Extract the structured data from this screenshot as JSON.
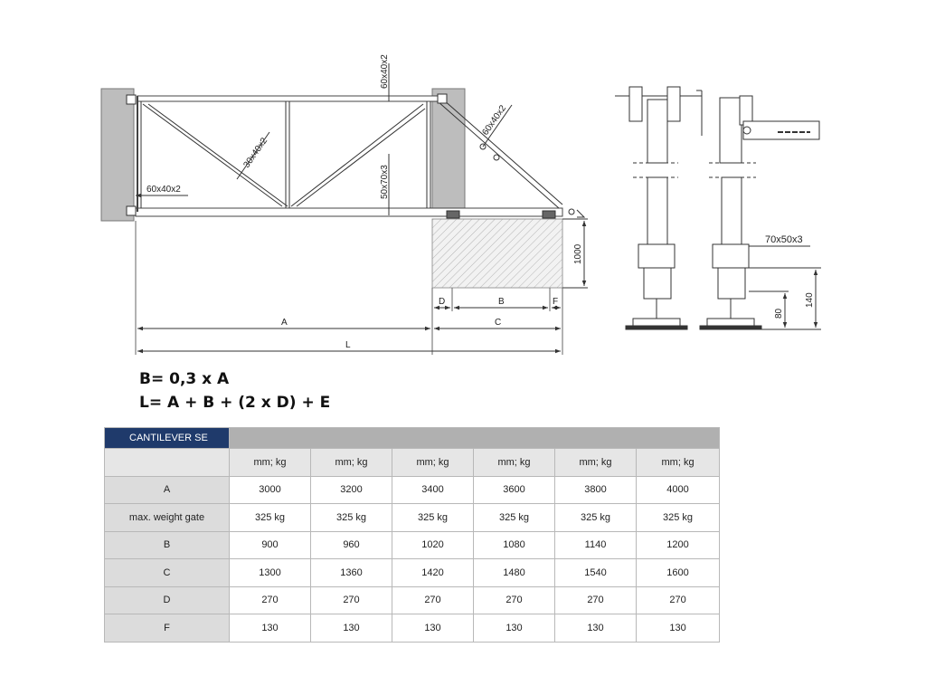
{
  "drawing": {
    "profile_top": "60x40x2",
    "profile_diagonal_right": "60x40x2",
    "profile_brace": "30x40x2",
    "profile_left": "60x40x2",
    "profile_bottom": "50x70x3",
    "profile_carriage": "70x50x3",
    "dim_foundation_depth": "1000",
    "dim_d": "D",
    "dim_b": "B",
    "dim_f": "F",
    "dim_a": "A",
    "dim_c": "C",
    "dim_l": "L",
    "dim_140": "140",
    "dim_80": "80"
  },
  "formulas": {
    "line1": "B= 0,3 x A",
    "line2": "L= A + B + (2 x D) + E"
  },
  "table": {
    "title": "CANTILEVER SE",
    "unit_row": [
      "mm; kg",
      "mm; kg",
      "mm; kg",
      "mm; kg",
      "mm; kg",
      "mm; kg"
    ],
    "rows": [
      {
        "label": "A",
        "values": [
          "3000",
          "3200",
          "3400",
          "3600",
          "3800",
          "4000"
        ]
      },
      {
        "label": "max. weight gate",
        "values": [
          "325 kg",
          "325 kg",
          "325 kg",
          "325 kg",
          "325 kg",
          "325 kg"
        ]
      },
      {
        "label": "B",
        "values": [
          "900",
          "960",
          "1020",
          "1080",
          "1140",
          "1200"
        ]
      },
      {
        "label": "C",
        "values": [
          "1300",
          "1360",
          "1420",
          "1480",
          "1540",
          "1600"
        ]
      },
      {
        "label": "D",
        "values": [
          "270",
          "270",
          "270",
          "270",
          "270",
          "270"
        ]
      },
      {
        "label": "F",
        "values": [
          "130",
          "130",
          "130",
          "130",
          "130",
          "130"
        ]
      }
    ]
  }
}
